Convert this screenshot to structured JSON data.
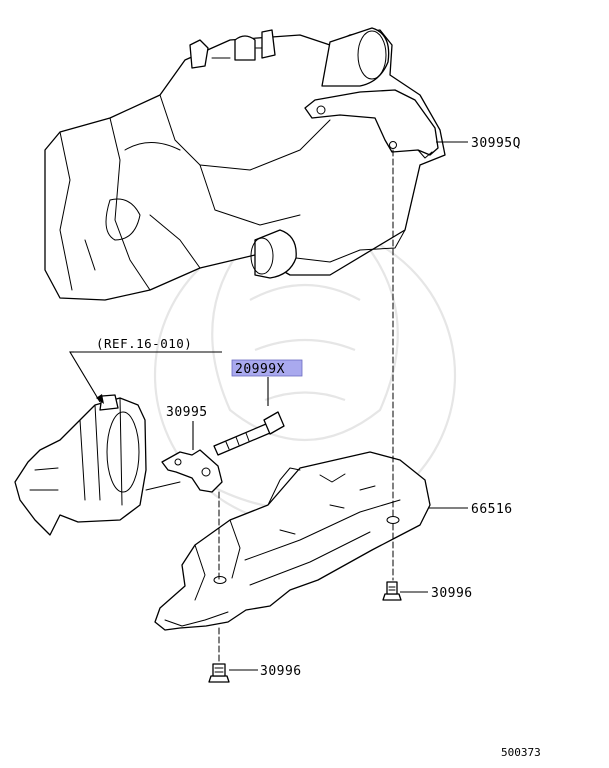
{
  "callouts": {
    "bracket_upper": "30995Q",
    "reference": "(REF.16-010)",
    "bolt_highlighted": "20999X",
    "bracket_lower": "30995",
    "skid_plate": "66516",
    "bolt_right": "30996",
    "bolt_bottom": "30996"
  },
  "highlight_color": "#a9a9ee",
  "footer": {
    "diagram_number": "500373"
  }
}
